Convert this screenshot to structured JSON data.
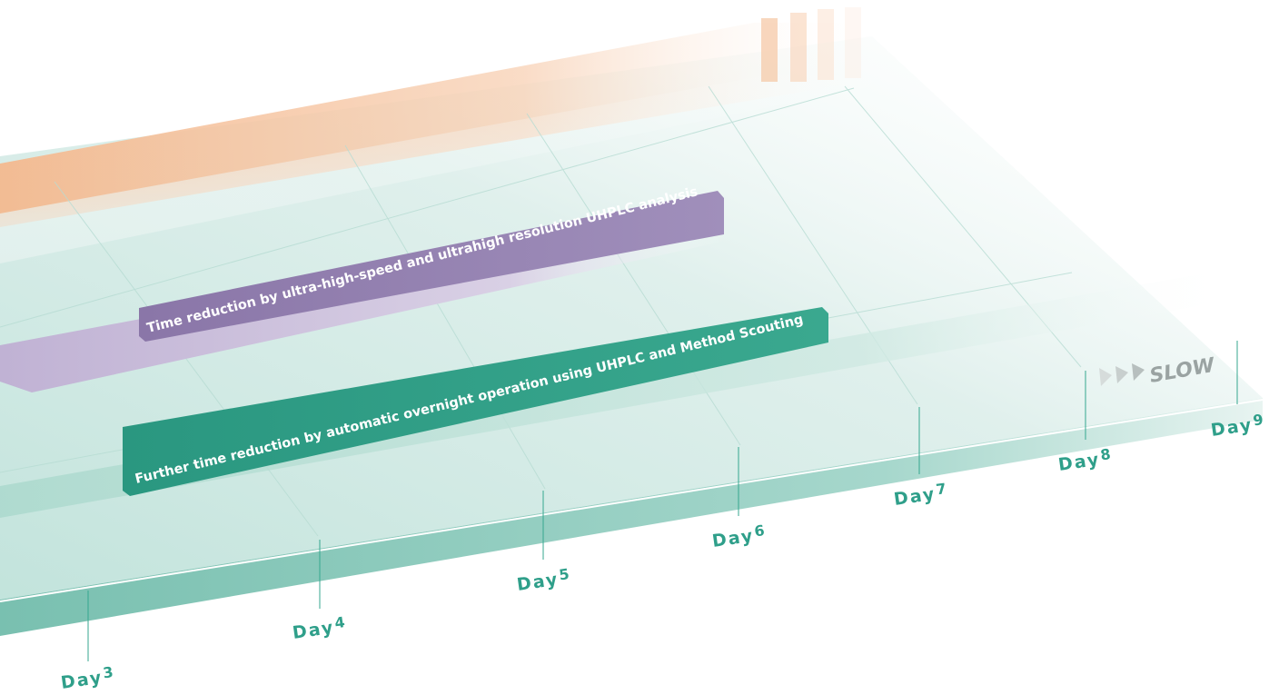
{
  "banners": {
    "uhplc": "Time reduction by ultra-high-speed and ultrahigh resolution UHPLC analysis",
    "overnight": "Further time reduction by automatic overnight operation using UHPLC and Method Scouting"
  },
  "speed_indicator": {
    "label": "SLOW"
  },
  "timeline": {
    "days": [
      {
        "word": "Day",
        "num": "3"
      },
      {
        "word": "Day",
        "num": "4"
      },
      {
        "word": "Day",
        "num": "5"
      },
      {
        "word": "Day",
        "num": "6"
      },
      {
        "word": "Day",
        "num": "7"
      },
      {
        "word": "Day",
        "num": "8"
      },
      {
        "word": "Day",
        "num": "9"
      }
    ]
  },
  "colors": {
    "platform_top": "#dff0ec",
    "platform_front": "#7fc4b4",
    "tick_line": "#35a78f",
    "day_label": "#2f9f8a",
    "orange_band": "#f6c7a6",
    "purple_banner": "#8f7cad",
    "purple_arrow": "#c8bcd8",
    "green_banner": "#2f9c83",
    "slow_text": "#9aa3a2"
  }
}
